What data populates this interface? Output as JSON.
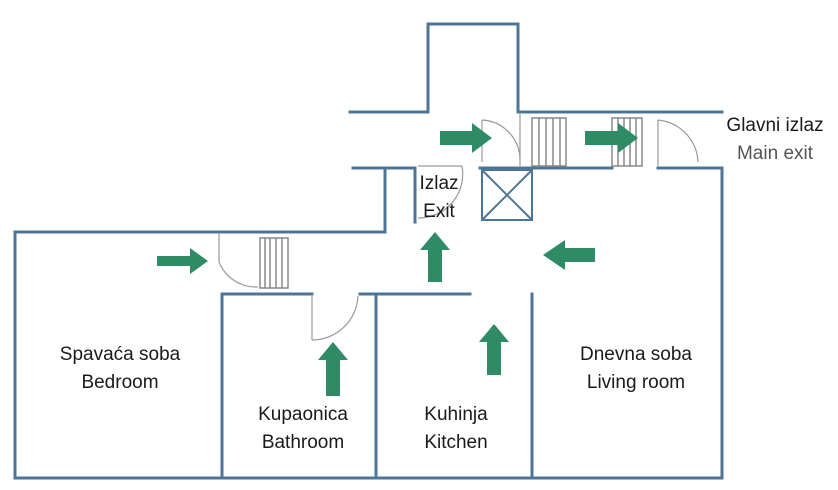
{
  "colors": {
    "wall": "#4f7596",
    "arrow": "#2e8b66",
    "door": "#999999",
    "stairs": "#888888"
  },
  "rooms": {
    "bedroom": {
      "name_local": "Spavaća soba",
      "name_en": "Bedroom"
    },
    "bathroom": {
      "name_local": "Kupaonica",
      "name_en": "Bathroom"
    },
    "kitchen": {
      "name_local": "Kuhinja",
      "name_en": "Kitchen"
    },
    "living_room": {
      "name_local": "Dnevna soba",
      "name_en": "Living room"
    }
  },
  "exits": {
    "exit": {
      "name_local": "Izlaz",
      "name_en": "Exit"
    },
    "main_exit": {
      "name_local": "Glavni izlaz",
      "name_en": "Main exit"
    }
  },
  "arrows": [
    {
      "id": "arrow-bedroom",
      "direction": "right"
    },
    {
      "id": "arrow-bathroom",
      "direction": "up"
    },
    {
      "id": "arrow-center",
      "direction": "up"
    },
    {
      "id": "arrow-kitchen",
      "direction": "up"
    },
    {
      "id": "arrow-living-room",
      "direction": "left"
    },
    {
      "id": "arrow-hall",
      "direction": "right"
    },
    {
      "id": "arrow-main-exit",
      "direction": "right"
    }
  ],
  "icons": {
    "stairs": "stairs-icon",
    "shaft": "crossed-box-icon",
    "door": "door-swing-icon"
  }
}
